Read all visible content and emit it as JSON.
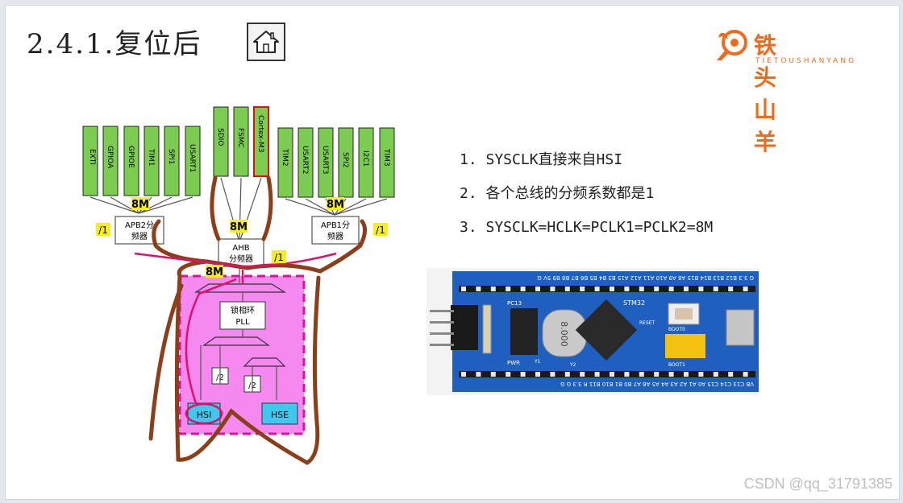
{
  "slide": {
    "title": "2.4.1.复位后",
    "home_icon": "home-icon"
  },
  "logo": {
    "name": "铁头山羊",
    "subtitle": "TIETOUSHANYANG",
    "color": "#ee6b1e"
  },
  "diagram": {
    "apb2_peripherals": [
      "EXTI",
      "GPIOA",
      "GPIOE",
      "TIM1",
      "SPI1",
      "USART1"
    ],
    "ahb_peripherals": [
      "SDIO",
      "FSMC",
      "Cortex-M3"
    ],
    "apb1_peripherals": [
      "TIM2",
      "USART2",
      "USART3",
      "SPI2",
      "I2C1",
      "TIM3"
    ],
    "freq_label": "8M",
    "divider_label": "/1",
    "apb2_prescaler": [
      "APB2分",
      "频器"
    ],
    "apb1_prescaler": [
      "APB1分",
      "频器"
    ],
    "ahb_prescaler": [
      "AHB",
      "分频器"
    ],
    "pll": [
      "锁相环",
      "PLL"
    ],
    "half_divider": "/2",
    "hsi": "HSI",
    "hse": "HSE",
    "colors": {
      "peripheral_fill": "#7ccc52",
      "highlight_border": "#e01010",
      "pink_region": "#f589f0",
      "pink_border": "#e0109f",
      "clock_source": "#3ec8ee",
      "freq_badge": "#f7ee1a",
      "brown_annotation": "#8c3e18",
      "magenta_annotation": "#e0106a"
    }
  },
  "list": {
    "items": [
      "1. SYSCLK直接来自HSI",
      "2. 各个总线的分频系数都是1",
      "3. SYSCLK=HCLK=PCLK1=PCLK2=8M"
    ]
  },
  "board": {
    "top_pins": "G  3.3 B12 B13 B14 B15 A8 A9 A10 A11 A12 A15 B3 B4 B5 B6 B7 B8 B9 5V G",
    "bottom_pins": "VB C13 C14 C15 A0 A1 A2 A3 A4 A5 A6 A7 B0 B1 B10 B11 R 3.3 G G",
    "crystal": "8.000",
    "chip_label": "STM32",
    "pwr_label": "PWR",
    "pc13_label": "PC13",
    "reset_label": "RESET",
    "boot0_label": "BOOT0",
    "boot1_label": "BOOT1",
    "y1_label": "Y1",
    "y2_label": "Y2"
  },
  "watermark": "CSDN @qq_31791385"
}
